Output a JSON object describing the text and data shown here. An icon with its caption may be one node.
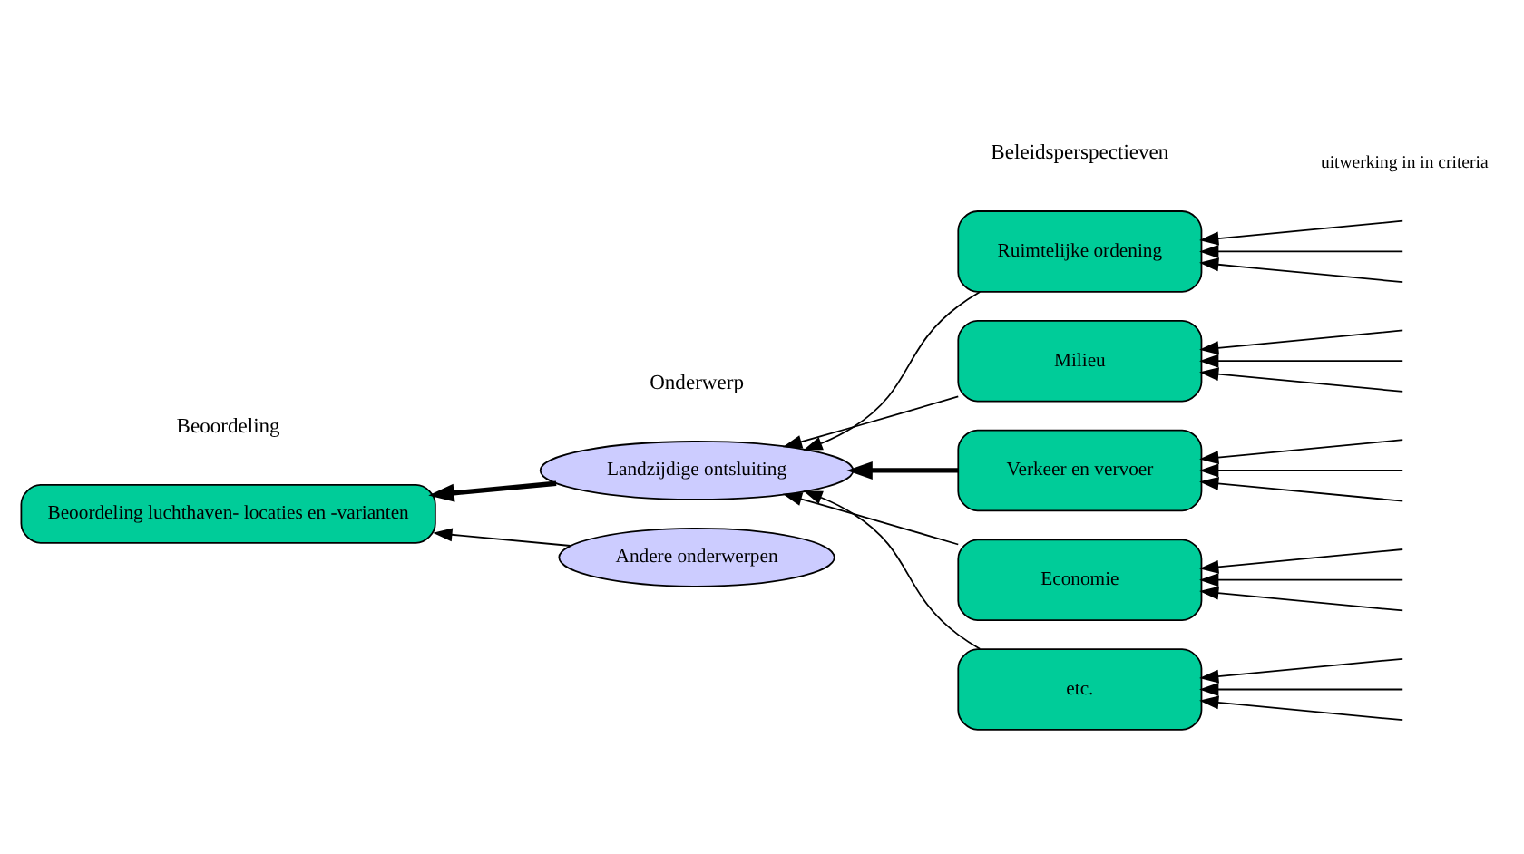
{
  "diagram": {
    "nodes": [
      {
        "text": [
          "Beoordeling luchthaven- locaties en -varianten"
        ]
      },
      {
        "text": [
          "Landzijdige ontsluiting"
        ]
      },
      {
        "text": [
          "Andere onderwerpen"
        ]
      },
      {
        "text": [
          "Ruimtelijke ordening"
        ]
      },
      {
        "text": [
          "Milieu"
        ]
      },
      {
        "text": [
          "Verkeer en vervoer"
        ]
      },
      {
        "text": [
          "Economie"
        ]
      },
      {
        "text": [
          "etc."
        ]
      }
    ],
    "edges": [
      {
        "from": 3,
        "to": 1,
        "arrow": "to"
      },
      {
        "from": 4,
        "to": 1,
        "arrow": "to"
      },
      {
        "from": 5,
        "to": 1,
        "arrow": "to",
        "style": "thick"
      },
      {
        "from": 6,
        "to": 1,
        "arrow": "to"
      },
      {
        "from": 7,
        "to": 1,
        "arrow": "to"
      },
      {
        "from": 1,
        "to": 0,
        "arrow": "to",
        "style": "thick"
      },
      {
        "from": 2,
        "to": 0,
        "arrow": "to"
      },
      {
        "from": null,
        "to": 3,
        "arrow": "to"
      },
      {
        "from": null,
        "to": 3,
        "arrow": "to"
      },
      {
        "from": null,
        "to": 3,
        "arrow": "to"
      },
      {
        "from": null,
        "to": 4,
        "arrow": "to"
      },
      {
        "from": null,
        "to": 4,
        "arrow": "to"
      },
      {
        "from": null,
        "to": 4,
        "arrow": "to"
      },
      {
        "from": null,
        "to": 5,
        "arrow": "to"
      },
      {
        "from": null,
        "to": 5,
        "arrow": "to"
      },
      {
        "from": null,
        "to": 5,
        "arrow": "to"
      },
      {
        "from": null,
        "to": 6,
        "arrow": "to"
      },
      {
        "from": null,
        "to": 6,
        "arrow": "to"
      },
      {
        "from": null,
        "to": 6,
        "arrow": "to"
      },
      {
        "from": null,
        "to": 7,
        "arrow": "to"
      },
      {
        "from": null,
        "to": 7,
        "arrow": "to"
      },
      {
        "from": null,
        "to": 7,
        "arrow": "to"
      }
    ],
    "labels": [
      "Beoordeling",
      "Onderwerp",
      "Beleidsperspectieven",
      "uitwerking in in criteria"
    ]
  }
}
